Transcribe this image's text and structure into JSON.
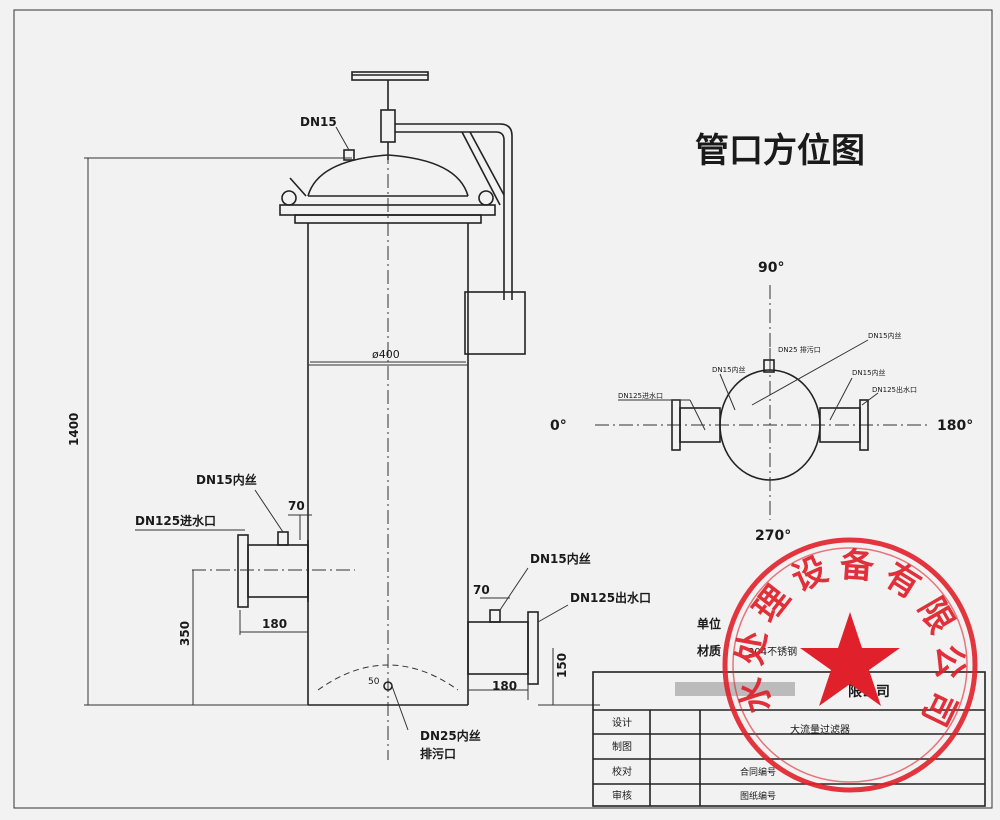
{
  "title": "管口方位图",
  "labels": {
    "dn15_top": "DN15",
    "dn15_inner_left": "DN15内丝",
    "dn125_inlet": "DN125进水口",
    "dn15_inner_right": "DN15内丝",
    "dn125_outlet": "DN125出水口",
    "dn25_drain_1": "DN25内丝",
    "dn25_drain_2": "排污口"
  },
  "dimensions": {
    "diameter": "ø400",
    "height": "1400",
    "d70_left": "70",
    "d70_right": "70",
    "d180_left": "180",
    "d180_right": "180",
    "d350": "350",
    "d150": "150",
    "d50": "50"
  },
  "orientation": {
    "deg90": "90°",
    "deg0": "0°",
    "deg180": "180°",
    "deg270": "270°",
    "tag_inlet": "DN125进水口",
    "tag_dn15_left": "DN15内丝",
    "tag_top": "DN25 排污口",
    "tag_center": "DN15内丝",
    "tag_dn15_right": "DN15内丝",
    "tag_outlet": "DN125出水口"
  },
  "notes": {
    "unit_label": "单位",
    "material_label": "材质",
    "material_value": "304不锈钢"
  },
  "title_block": {
    "company_suffix": "限公司",
    "design": "设计",
    "draw": "制图",
    "check": "校对",
    "review": "审核",
    "product_name": "大流量过滤器",
    "contract": "合同编号",
    "drawing_no": "图纸编号"
  },
  "stamp": {
    "text": "水处理设备有限公司"
  },
  "colors": {
    "ink": "#222222",
    "paper": "#f2f2f2",
    "stamp": "#e0202a"
  }
}
